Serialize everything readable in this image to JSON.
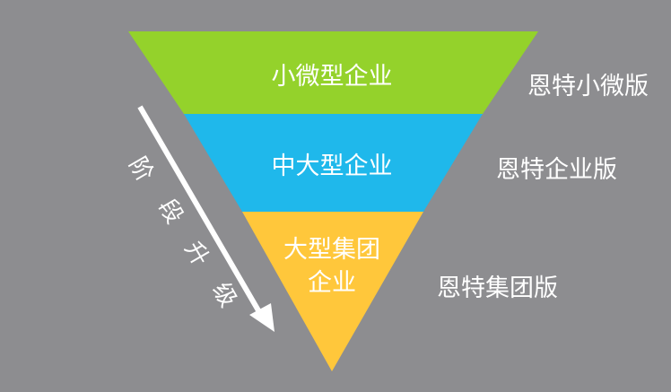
{
  "colors": {
    "background": "#8d8d90",
    "tier_top": "#94d22b",
    "tier_middle": "#1fb8eb",
    "tier_bottom": "#ffc73b",
    "text": "#ffffff",
    "arrow": "#ffffff"
  },
  "funnel": {
    "tiers": [
      {
        "lines": [
          "小微型企业"
        ],
        "edition": "恩特小微版"
      },
      {
        "lines": [
          "中大型企业"
        ],
        "edition": "恩特企业版"
      },
      {
        "lines": [
          "大型集团",
          "企业"
        ],
        "edition": "恩特集团版"
      }
    ]
  },
  "arrow": {
    "icon": "down-right-arrow-icon",
    "label_chars": [
      "阶",
      "段",
      "升",
      "级"
    ]
  }
}
